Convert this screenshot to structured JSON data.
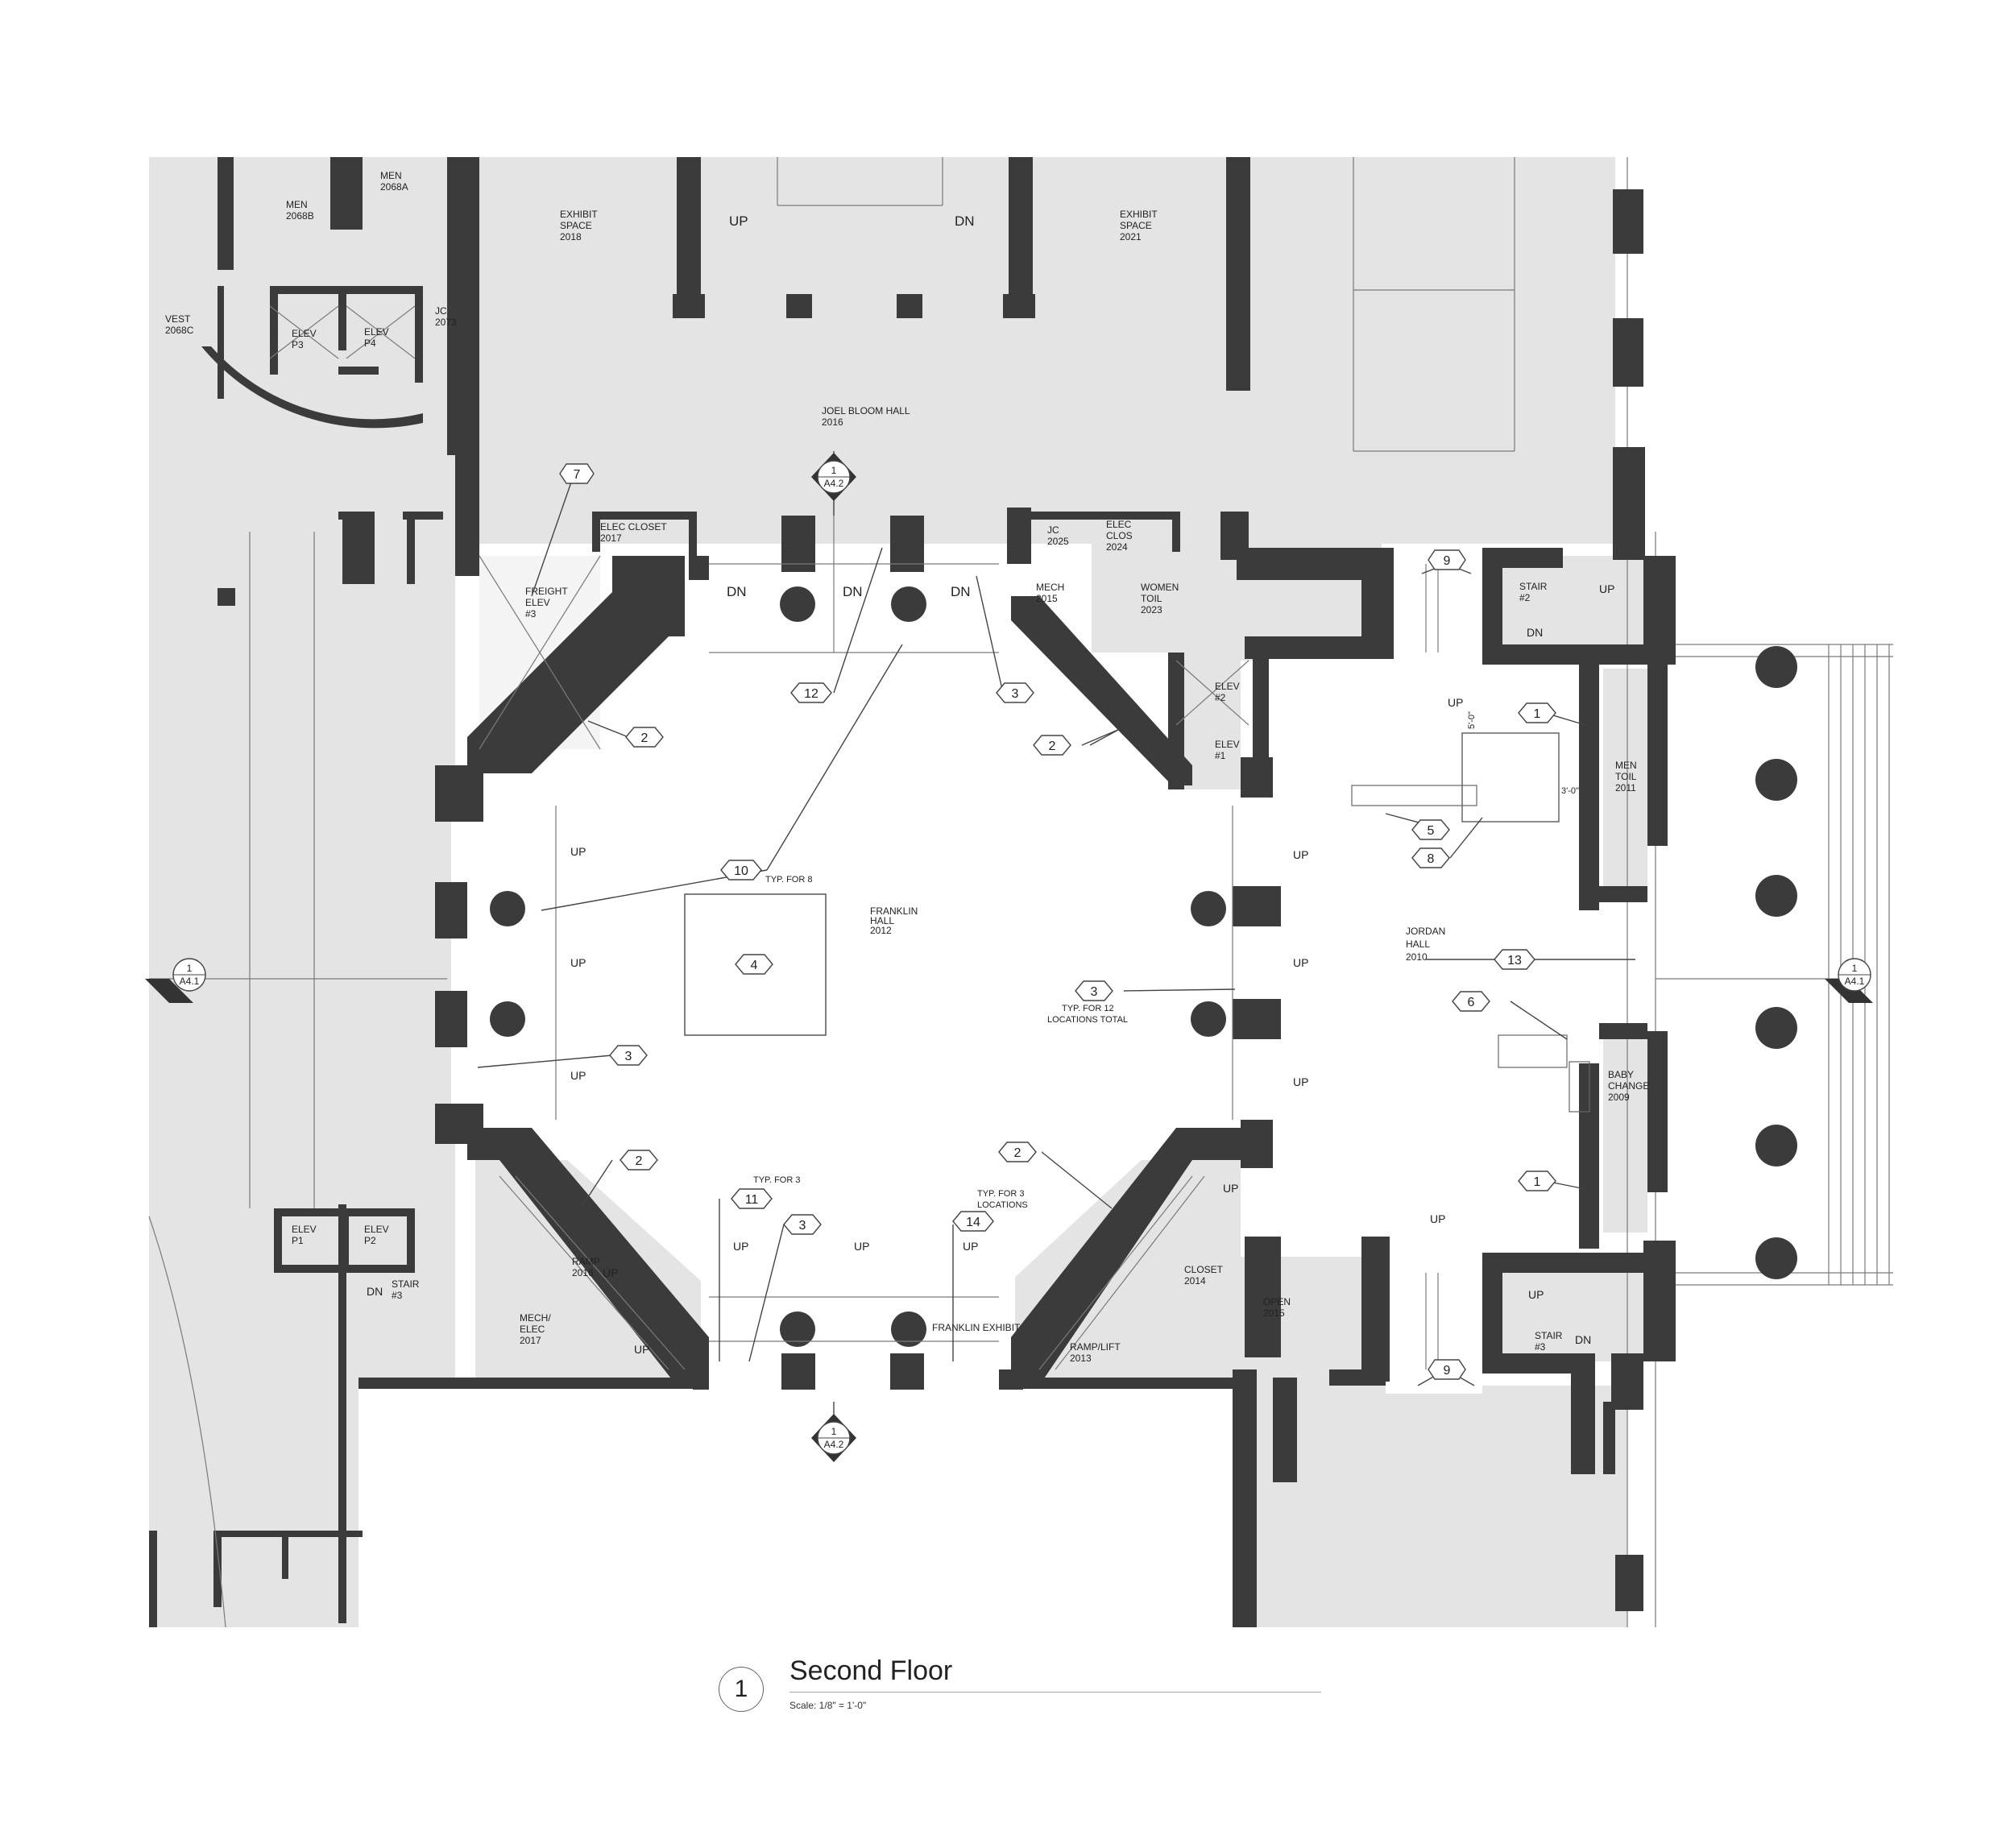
{
  "drawing": {
    "number": "1",
    "title": "Second Floor",
    "scale": "Scale: 1/8\" = 1'-0\""
  },
  "rooms": {
    "men_2068b": [
      "MEN",
      "2068B"
    ],
    "men_2068a": [
      "MEN",
      "2068A"
    ],
    "vest": [
      "VEST",
      "2068C"
    ],
    "elev_p3": [
      "ELEV",
      "P3"
    ],
    "elev_p4": [
      "ELEV",
      "P4"
    ],
    "jc_2073": [
      "JC",
      "2073"
    ],
    "exhibit_2018": [
      "EXHIBIT",
      "SPACE",
      "2018"
    ],
    "exhibit_2021": [
      "EXHIBIT",
      "SPACE",
      "2021"
    ],
    "joel_bloom": [
      "JOEL BLOOM HALL",
      "2016"
    ],
    "elec_closet": [
      "ELEC CLOSET",
      "2017"
    ],
    "freight_elev": [
      "FREIGHT",
      "ELEV",
      "#3"
    ],
    "jc_2025": [
      "JC",
      "2025"
    ],
    "elec_clos": [
      "ELEC",
      "CLOS",
      "2024"
    ],
    "mech_2015": [
      "MECH",
      "2015"
    ],
    "women_toil": [
      "WOMEN",
      "TOIL",
      "2023"
    ],
    "stair_2": [
      "STAIR",
      "#2"
    ],
    "elev_2": [
      "ELEV",
      "#2"
    ],
    "elev_1": [
      "ELEV",
      "#1"
    ],
    "men_toil": [
      "MEN",
      "TOIL",
      "2011"
    ],
    "franklin": [
      "FRANKLIN",
      "HALL",
      "2012"
    ],
    "jordan": [
      "JORDAN",
      "HALL",
      "2010"
    ],
    "baby_change": [
      "BABY",
      "CHANGE",
      "2009"
    ],
    "elev_p1": [
      "ELEV",
      "P1"
    ],
    "elev_p2": [
      "ELEV",
      "P2"
    ],
    "stair_3_left": [
      "STAIR",
      "#3"
    ],
    "ramp_2016": [
      "RAMP",
      "2016"
    ],
    "mech_elec": [
      "MECH/",
      "ELEC",
      "2017"
    ],
    "closet_2014": [
      "CLOSET",
      "2014"
    ],
    "ramp_lift": [
      "RAMP/LIFT",
      "2013"
    ],
    "open_2015": [
      "OPEN",
      "2015"
    ],
    "stair_3_right": [
      "STAIR",
      "#3"
    ],
    "franklin_exhibit": [
      "FRANKLIN EXHIBIT"
    ]
  },
  "labels": {
    "up": "UP",
    "dn": "DN",
    "typ_for_8": "TYP. FOR 8",
    "typ_for_12": [
      "TYP. FOR 12",
      "LOCATIONS TOTAL"
    ],
    "typ_for_3": "TYP. FOR 3",
    "typ_for_3_loc": [
      "TYP. FOR 3",
      "LOCATIONS"
    ],
    "dim_5_0": "5'-0\"",
    "dim_3_0": "3'-0\""
  },
  "keynotes": [
    "1",
    "2",
    "3",
    "4",
    "5",
    "6",
    "7",
    "8",
    "9",
    "10",
    "11",
    "12",
    "13",
    "14"
  ],
  "section_markers": {
    "top": [
      "1",
      "A4.2"
    ],
    "bottom": [
      "1",
      "A4.2"
    ],
    "left": [
      "1",
      "A4.1"
    ],
    "right": [
      "1",
      "A4.1"
    ]
  },
  "colors": {
    "wall": "#3b3b3b",
    "shade": "#e4e4e4",
    "line": "#7a7a7a"
  }
}
